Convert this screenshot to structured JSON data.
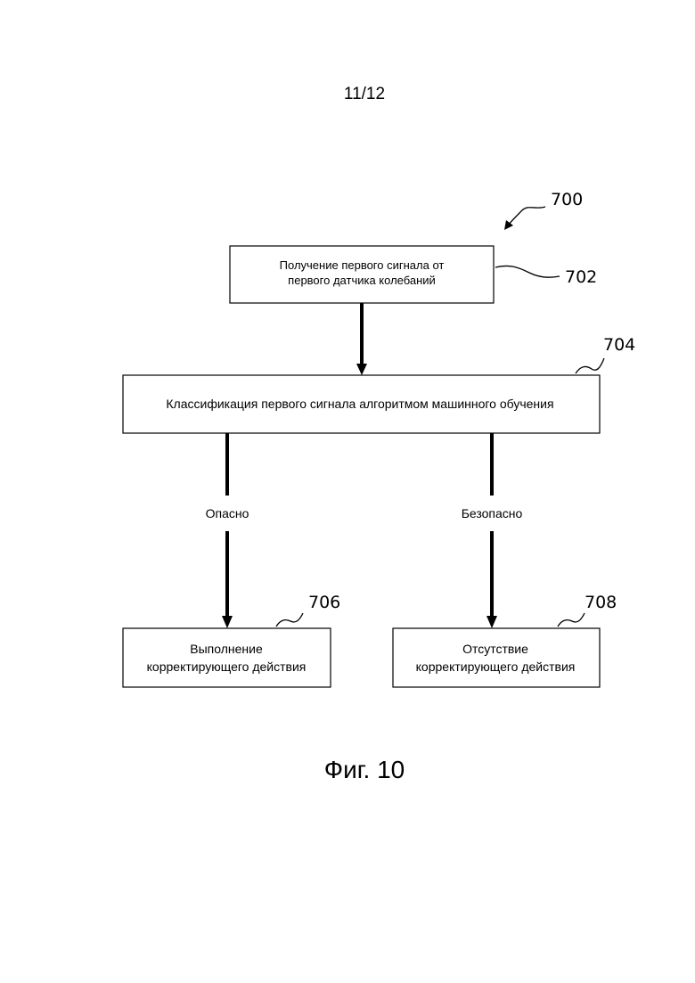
{
  "page_number": "11/12",
  "figure_caption": "Фиг. 10",
  "method_ref": "700",
  "nodes": {
    "receive": {
      "ref": "702",
      "lines": [
        "Получение первого сигнала от",
        "первого датчика колебаний"
      ]
    },
    "classify": {
      "ref": "704",
      "lines": [
        "Классификация первого сигнала алгоритмом машинного обучения"
      ]
    },
    "corrective": {
      "ref": "706",
      "lines": [
        "Выполнение",
        "корректирующего действия"
      ]
    },
    "no_corrective": {
      "ref": "708",
      "lines": [
        "Отсутствие",
        "корректирующего действия"
      ]
    }
  },
  "edges": {
    "dangerous_label": "Опасно",
    "safe_label": "Безопасно"
  }
}
